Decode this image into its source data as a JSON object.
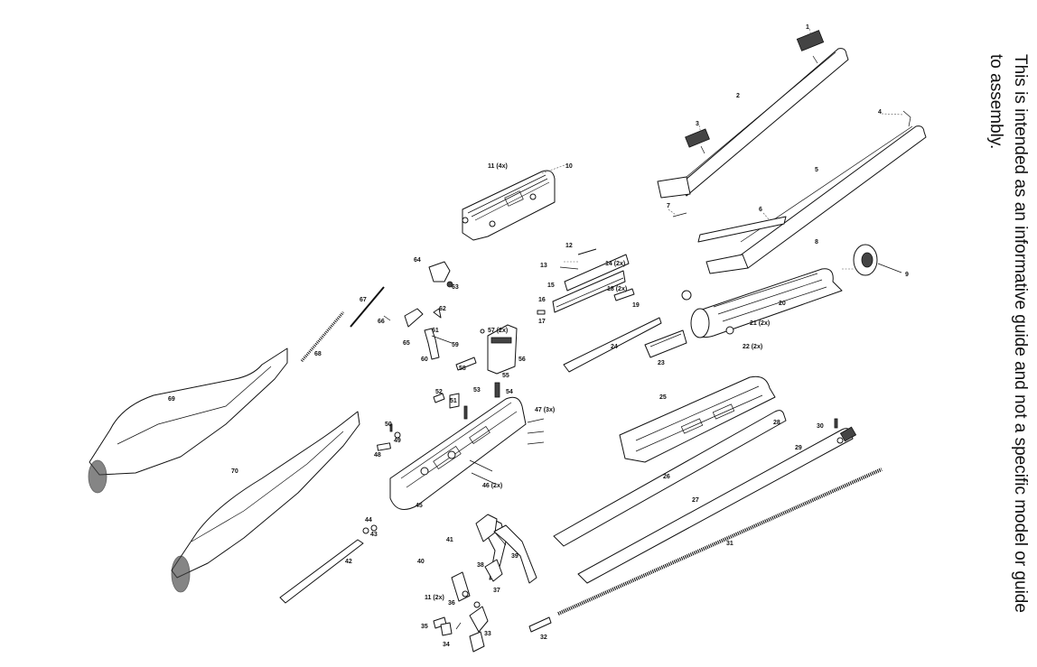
{
  "note": {
    "text": "This is intended as an informative guide and not a specific model or guide to assembly."
  },
  "parts": [
    {
      "id": "p1",
      "label": "1"
    },
    {
      "id": "p2",
      "label": "2"
    },
    {
      "id": "p3",
      "label": "3"
    },
    {
      "id": "p4",
      "label": "4"
    },
    {
      "id": "p5",
      "label": "5"
    },
    {
      "id": "p6",
      "label": "6"
    },
    {
      "id": "p7",
      "label": "7"
    },
    {
      "id": "p8",
      "label": "8"
    },
    {
      "id": "p9",
      "label": "9"
    },
    {
      "id": "p10",
      "label": "10"
    },
    {
      "id": "p11a",
      "label": "11 (4x)"
    },
    {
      "id": "p12",
      "label": "12"
    },
    {
      "id": "p13",
      "label": "13"
    },
    {
      "id": "p14",
      "label": "14 (2x)"
    },
    {
      "id": "p15",
      "label": "15"
    },
    {
      "id": "p16",
      "label": "16"
    },
    {
      "id": "p17",
      "label": "17"
    },
    {
      "id": "p18",
      "label": "18 (2x)"
    },
    {
      "id": "p19",
      "label": "19"
    },
    {
      "id": "p20",
      "label": "20"
    },
    {
      "id": "p21",
      "label": "21 (2x)"
    },
    {
      "id": "p22",
      "label": "22 (2x)"
    },
    {
      "id": "p23",
      "label": "23"
    },
    {
      "id": "p24",
      "label": "24"
    },
    {
      "id": "p25",
      "label": "25"
    },
    {
      "id": "p26",
      "label": "26"
    },
    {
      "id": "p27",
      "label": "27"
    },
    {
      "id": "p28",
      "label": "28"
    },
    {
      "id": "p29",
      "label": "29"
    },
    {
      "id": "p30",
      "label": "30"
    },
    {
      "id": "p31",
      "label": "31"
    },
    {
      "id": "p32",
      "label": "32"
    },
    {
      "id": "p33",
      "label": "33"
    },
    {
      "id": "p34",
      "label": "34"
    },
    {
      "id": "p35",
      "label": "35"
    },
    {
      "id": "p36",
      "label": "36"
    },
    {
      "id": "p37",
      "label": "37"
    },
    {
      "id": "p38",
      "label": "38"
    },
    {
      "id": "p39",
      "label": "39"
    },
    {
      "id": "p40",
      "label": "40"
    },
    {
      "id": "p41",
      "label": "41"
    },
    {
      "id": "p42",
      "label": "42"
    },
    {
      "id": "p43",
      "label": "43"
    },
    {
      "id": "p44",
      "label": "44"
    },
    {
      "id": "p45",
      "label": "45"
    },
    {
      "id": "p46",
      "label": "46 (2x)"
    },
    {
      "id": "p47",
      "label": "47 (3x)"
    },
    {
      "id": "p48",
      "label": "48"
    },
    {
      "id": "p49",
      "label": "49"
    },
    {
      "id": "p50",
      "label": "50"
    },
    {
      "id": "p51",
      "label": "51"
    },
    {
      "id": "p52",
      "label": "52"
    },
    {
      "id": "p53",
      "label": "53"
    },
    {
      "id": "p54",
      "label": "54"
    },
    {
      "id": "p55",
      "label": "55"
    },
    {
      "id": "p56",
      "label": "56"
    },
    {
      "id": "p57",
      "label": "57 (2x)"
    },
    {
      "id": "p58",
      "label": "58"
    },
    {
      "id": "p59",
      "label": "59"
    },
    {
      "id": "p60",
      "label": "60"
    },
    {
      "id": "p61",
      "label": "61"
    },
    {
      "id": "p62",
      "label": "62"
    },
    {
      "id": "p63",
      "label": "63"
    },
    {
      "id": "p64",
      "label": "64"
    },
    {
      "id": "p65",
      "label": "65"
    },
    {
      "id": "p66",
      "label": "66"
    },
    {
      "id": "p67",
      "label": "67"
    },
    {
      "id": "p68",
      "label": "68"
    },
    {
      "id": "p69",
      "label": "69"
    },
    {
      "id": "p70",
      "label": "70"
    },
    {
      "id": "p11b",
      "label": "11 (2x)"
    }
  ]
}
